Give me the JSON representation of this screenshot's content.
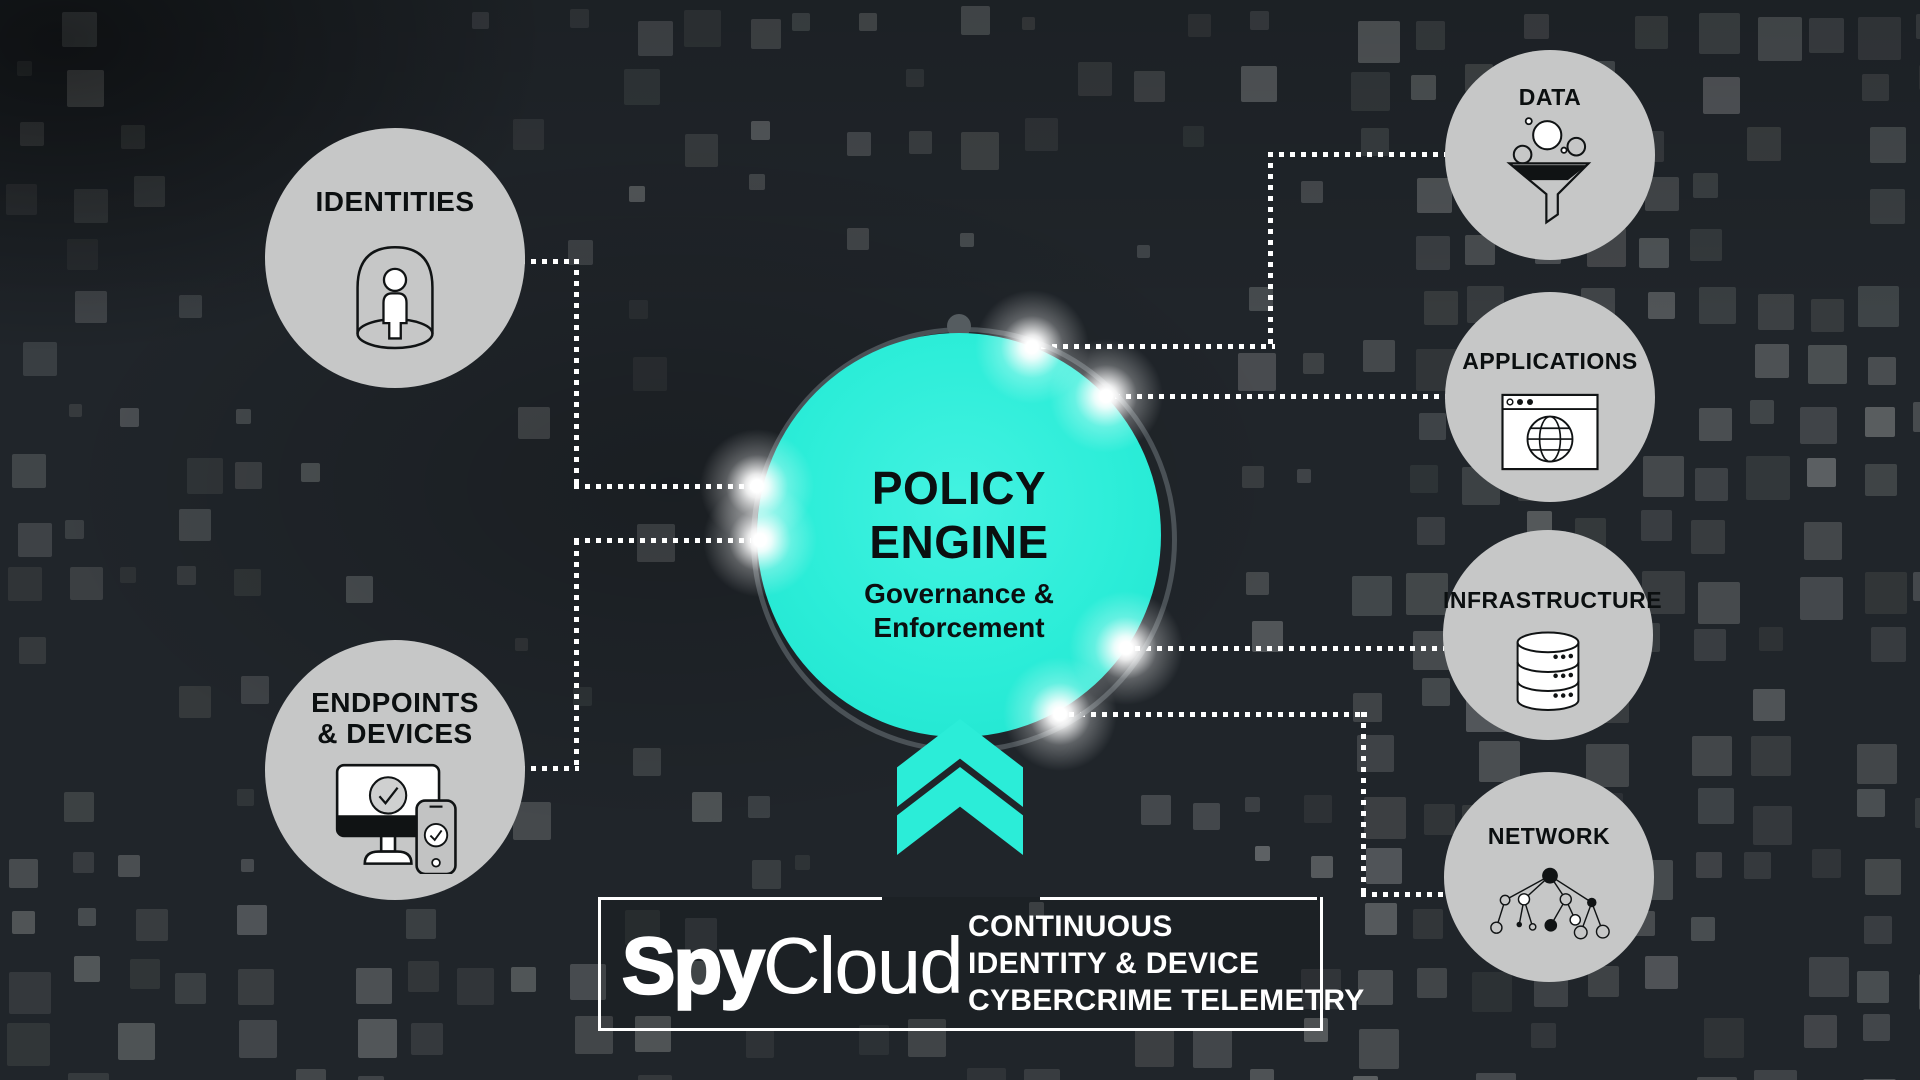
{
  "center": {
    "line1": "POLICY",
    "line2": "ENGINE",
    "sub1": "Governance &",
    "sub2": "Enforcement"
  },
  "left_nodes": [
    {
      "label": "IDENTITIES",
      "icon": "identity-dome-icon"
    },
    {
      "label1": "ENDPOINTS",
      "label2": "& DEVICES",
      "icon": "devices-check-icon"
    }
  ],
  "right_nodes": [
    {
      "label": "DATA",
      "icon": "data-funnel-icon"
    },
    {
      "label": "APPLICATIONS",
      "icon": "browser-globe-icon"
    },
    {
      "label": "INFRASTRUCTURE",
      "icon": "database-icon"
    },
    {
      "label": "NETWORK",
      "icon": "network-tree-icon"
    }
  ],
  "footer": {
    "logo_part1": "Spy",
    "logo_part2": "Cloud",
    "tagline": [
      "CONTINUOUS",
      "IDENTITY & DEVICE",
      "CYBERCRIME TELEMETRY"
    ]
  },
  "colors": {
    "accent": "#2BEDD8",
    "node_gray": "#C6C7C7",
    "background": "#20252A",
    "line_white": "#FFFFFF",
    "ink": "#0B0F10",
    "ring": "#4A5156",
    "ring_dot": "#555C60"
  }
}
